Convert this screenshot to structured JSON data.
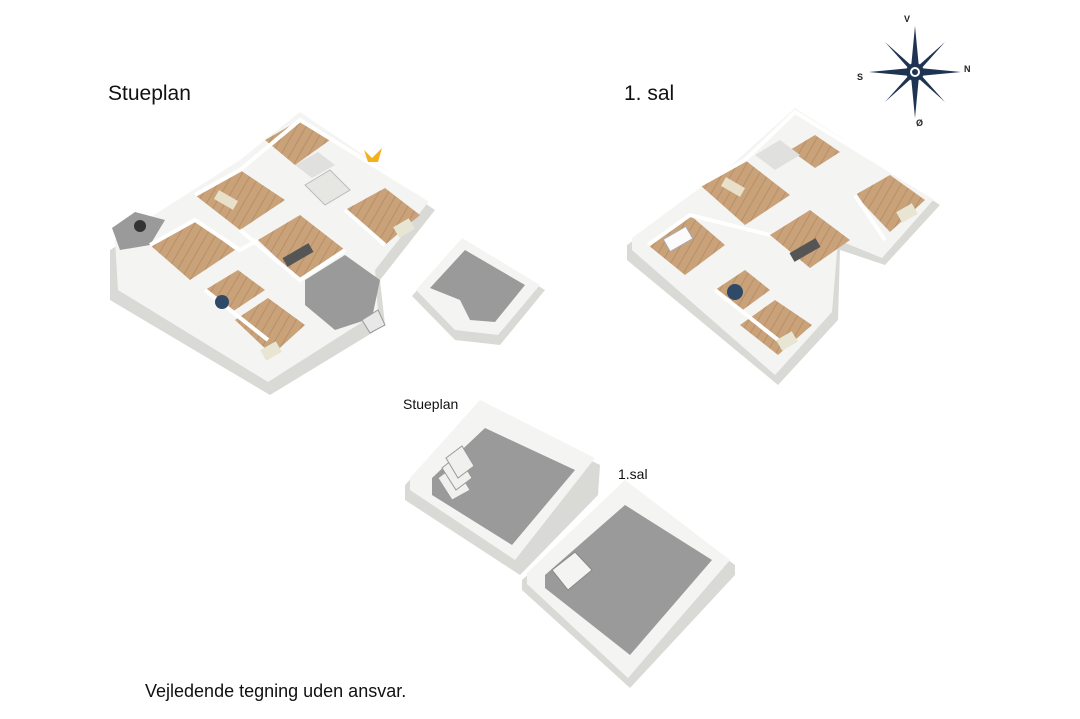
{
  "labels": {
    "ground_floor_main": "Stueplan",
    "first_floor_main": "1. sal",
    "ground_floor_annex": "Stueplan",
    "first_floor_annex": "1.sal"
  },
  "compass": {
    "north": "N",
    "south": "S",
    "east": "Ø",
    "west": "V"
  },
  "disclaimer": "Vejledende tegning uden ansvar.",
  "colors": {
    "wall": "#f4f4f2",
    "wall_side": "#d9d9d6",
    "wood_floor": "#c9a27a",
    "concrete_floor": "#9a9a9a",
    "compass": "#1f3352",
    "entrance_marker": "#f2b21b"
  }
}
